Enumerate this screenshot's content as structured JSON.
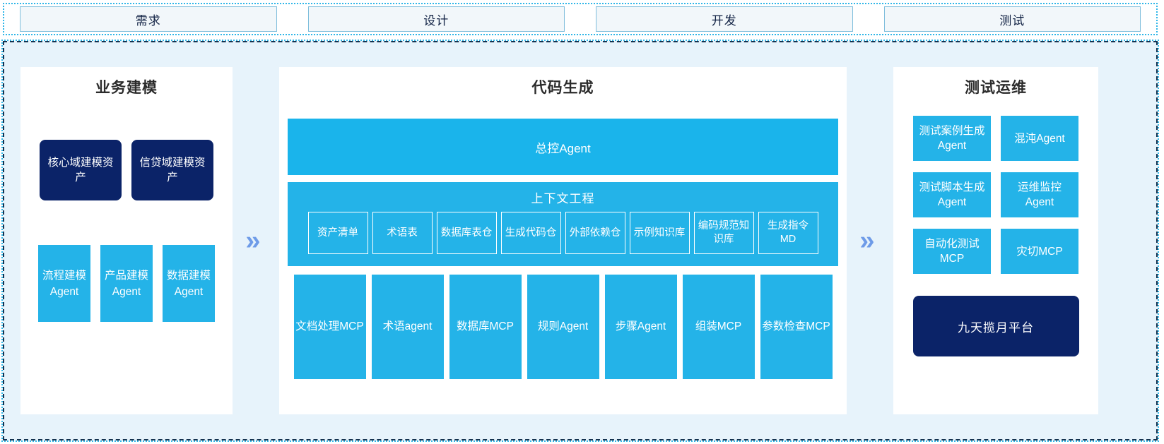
{
  "colors": {
    "cyan": "#24B3EB",
    "navy": "#0B2368",
    "panel_bg": "#E7F3FB",
    "arrow": "#6E9BE8",
    "phase_fill": "#F2F7FA",
    "phase_border": "#7FBEDC"
  },
  "phases": [
    {
      "label": "需求"
    },
    {
      "label": "设计"
    },
    {
      "label": "开发"
    },
    {
      "label": "测试"
    }
  ],
  "arrows": {
    "glyph": "»",
    "left_name": "flow-arrow-left",
    "right_name": "flow-arrow-right"
  },
  "panels": {
    "left": {
      "title": "业务建模",
      "assets": [
        {
          "label": "核心域建模资产"
        },
        {
          "label": "信贷域建模资产"
        }
      ],
      "agents": [
        {
          "label": "流程建模Agent"
        },
        {
          "label": "产品建模Agent"
        },
        {
          "label": "数据建模Agent"
        }
      ]
    },
    "center": {
      "title": "代码生成",
      "master_agent": "总控Agent",
      "context": {
        "title": "上下文工程",
        "items": [
          {
            "label": "资产清单"
          },
          {
            "label": "术语表"
          },
          {
            "label": "数据库表仓"
          },
          {
            "label": "生成代码仓"
          },
          {
            "label": "外部依赖仓"
          },
          {
            "label": "示例知识库"
          },
          {
            "label": "编码规范知识库"
          },
          {
            "label": "生成指令MD"
          }
        ]
      },
      "tools": [
        {
          "label": "文档处理MCP"
        },
        {
          "label": "术语agent"
        },
        {
          "label": "数据库MCP"
        },
        {
          "label": "规则Agent"
        },
        {
          "label": "步骤Agent"
        },
        {
          "label": "组装MCP"
        },
        {
          "label": "参数检查MCP"
        }
      ]
    },
    "right": {
      "title": "测试运维",
      "boxes": [
        {
          "label": "测试案例生成Agent"
        },
        {
          "label": "混沌Agent"
        },
        {
          "label": "测试脚本生成Agent"
        },
        {
          "label": "运维监控Agent"
        },
        {
          "label": "自动化测试MCP"
        },
        {
          "label": "灾切MCP"
        }
      ],
      "platform": "九天揽月平台"
    }
  }
}
